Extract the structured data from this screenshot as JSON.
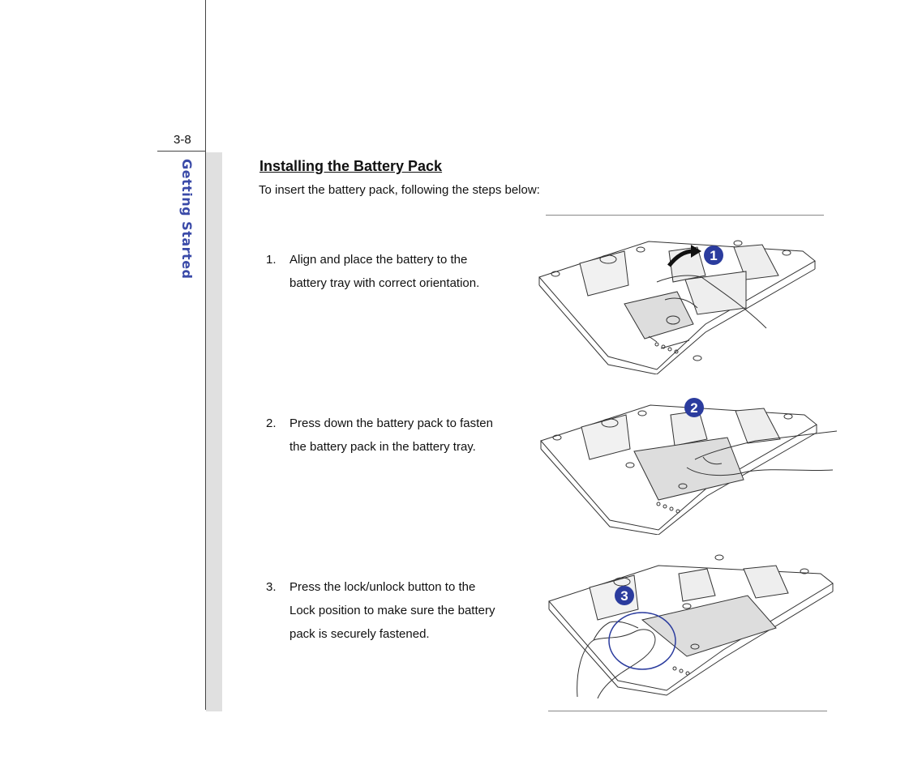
{
  "page": {
    "number": "3-8",
    "section": "Getting Started"
  },
  "content": {
    "title": "Installing the Battery Pack",
    "intro": "To insert the battery pack, following the steps below:",
    "steps": [
      {
        "num": "1.",
        "line1": "Align and place the battery to the",
        "line2": "battery tray with correct orientation.",
        "line3": "",
        "badge": "1"
      },
      {
        "num": "2.",
        "line1": "Press down the battery pack to fasten",
        "line2": "the battery pack in the battery tray.",
        "line3": "",
        "badge": "2"
      },
      {
        "num": "3.",
        "line1": "Press the lock/unlock button to the",
        "line2": "Lock position to make sure the battery",
        "line3": "pack is securely fastened.",
        "badge": "3"
      }
    ]
  },
  "colors": {
    "accent": "#3a4aa8",
    "badge": "#2b3c9e",
    "sidebar": "#e0e0e0"
  }
}
